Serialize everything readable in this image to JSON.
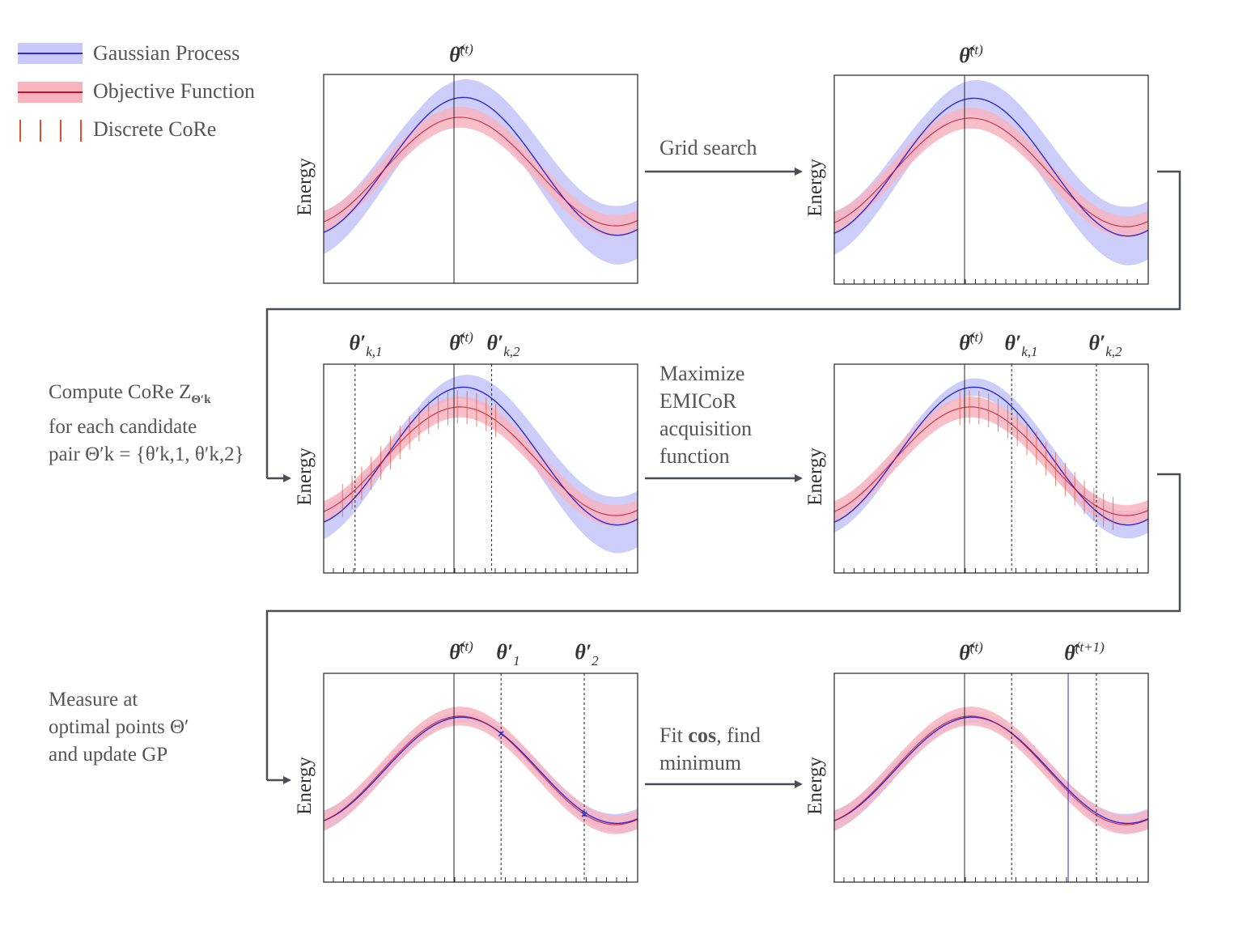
{
  "legend": {
    "gp": {
      "label": "Gaussian Process",
      "band_color": "#c8c8fa",
      "line_color": "#2a2ad6"
    },
    "objective": {
      "label": "Objective Function",
      "band_color": "#f7b4bf",
      "line_color": "#c8102e"
    },
    "core": {
      "label": "Discrete CoRe",
      "color": "#e05030"
    }
  },
  "axis_label": "Energy",
  "markers": {
    "theta_hat_t": "θ̂",
    "theta_hat_t_sup": "(t)",
    "theta_k1": "θ′",
    "theta_k1_sub": "k,1",
    "theta_k2": "θ′",
    "theta_k2_sub": "k,2",
    "theta_1": "θ′",
    "theta_1_sub": "1",
    "theta_2": "θ′",
    "theta_2_sub": "2",
    "theta_hat_t1": "θ̂",
    "theta_hat_t1_sup": "(t+1)"
  },
  "arrows": {
    "grid_search": "Grid search",
    "maximize": [
      "Maximize",
      "EMICoR",
      "acquisition",
      "function"
    ],
    "fit_pre": "Fit ",
    "fit_bold": "cos",
    "fit_post": ", find",
    "fit_line2": "minimum"
  },
  "steps": {
    "compute_1": "Compute CoRe Z",
    "compute_1_sub": "Θ′k",
    "compute_2": "for each candidate",
    "compute_3": "pair Θ′k = {θ′k,1, θ′k,2}",
    "measure_1": "Measure at",
    "measure_2": "optimal points Θ′",
    "measure_3": "and update GP"
  }
}
